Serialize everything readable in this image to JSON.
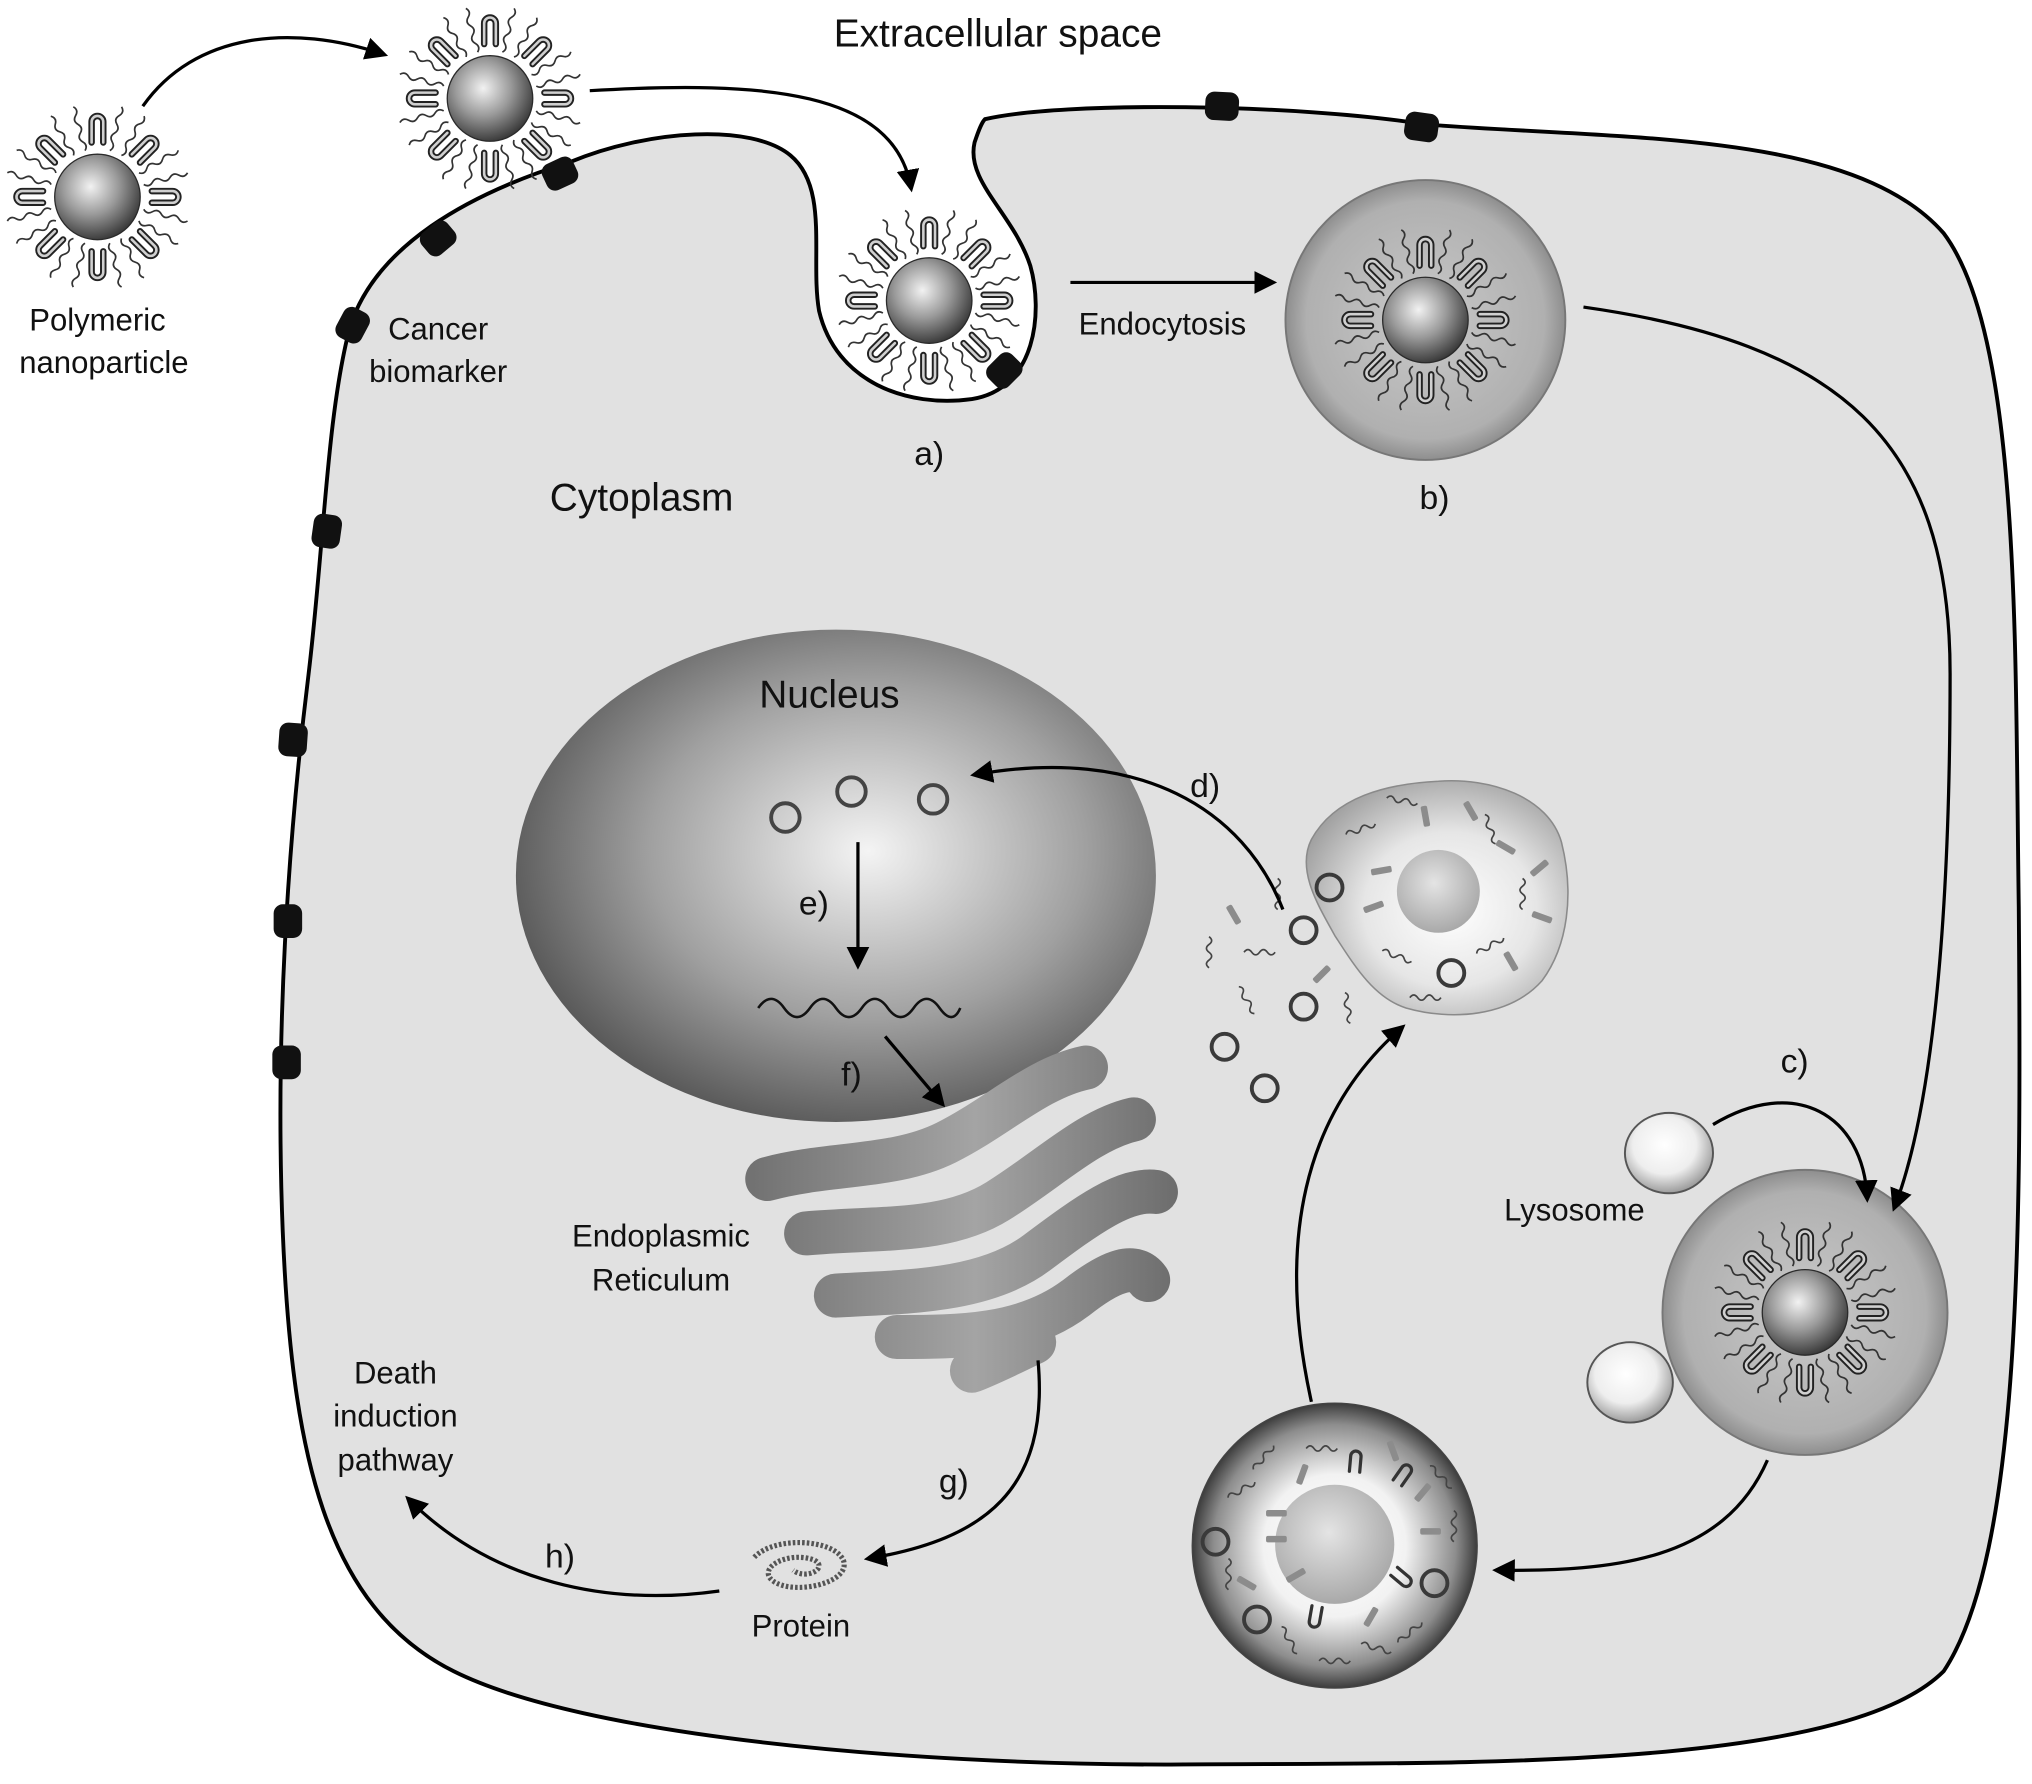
{
  "diagram": {
    "extracellular_label": "Extracellular space",
    "cytoplasm_label": "Cytoplasm",
    "nucleus_label": "Nucleus",
    "nanoparticle_label": {
      "line1": "Polymeric",
      "line2": "nanoparticle"
    },
    "biomarker_label": {
      "line1": "Cancer",
      "line2": "biomarker"
    },
    "endocytosis_label": "Endocytosis",
    "lysosome_label": "Lysosome",
    "er_label": {
      "line1": "Endoplasmic",
      "line2": "Reticulum"
    },
    "protein_label": "Protein",
    "death_label": {
      "line1": "Death",
      "line2": "induction",
      "line3": "pathway"
    },
    "steps": {
      "a": "a)",
      "b": "b)",
      "c": "c)",
      "d": "d)",
      "e": "e)",
      "f": "f)",
      "g": "g)",
      "h": "h)"
    }
  },
  "colors": {
    "cytoplasm": "#e1e1e1",
    "biomarker": "#111111"
  }
}
